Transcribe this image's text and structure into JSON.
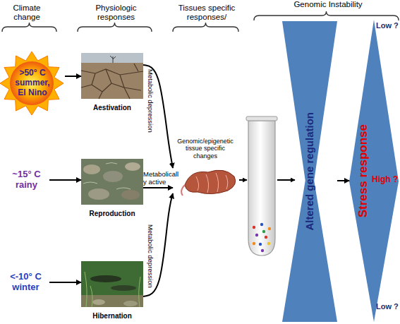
{
  "diagram": {
    "nodes": [
      {
        "text": [
          ">50° C summer, El Nino"
        ]
      },
      {
        "text": [
          "Aestivation"
        ]
      },
      {
        "text": [
          "~15° C rainy"
        ]
      },
      {
        "text": [
          "Reproduction"
        ]
      },
      {
        "text": [
          "<-10° C winter"
        ]
      },
      {
        "text": [
          "Hibernation"
        ]
      },
      {
        "text": [
          "Genomic/epigenetic tissue specific changes"
        ]
      },
      {
        "text": [
          "Altered gene regulation"
        ]
      },
      {
        "text": [
          "Stress response"
        ]
      }
    ],
    "edges": [
      {
        "from": 0,
        "to": 1,
        "arrow": "to"
      },
      {
        "from": 2,
        "to": 3,
        "arrow": "to"
      },
      {
        "from": 4,
        "to": 5,
        "arrow": "to"
      },
      {
        "from": 1,
        "to": 6,
        "label": "Metabolic depression",
        "arrow": "to"
      },
      {
        "from": 3,
        "to": 6,
        "label": "Metabolicall y active",
        "arrow": "to"
      },
      {
        "from": 5,
        "to": 6,
        "label": "Metabolic depression",
        "arrow": "to"
      },
      {
        "from": 7,
        "to": 8,
        "arrow": "to"
      }
    ],
    "labels": [
      "Climate change",
      "Physiologic responses",
      "Tissues specific responses/",
      "Genomic Instability",
      "Low ?",
      "High ?",
      "Low ?"
    ]
  }
}
